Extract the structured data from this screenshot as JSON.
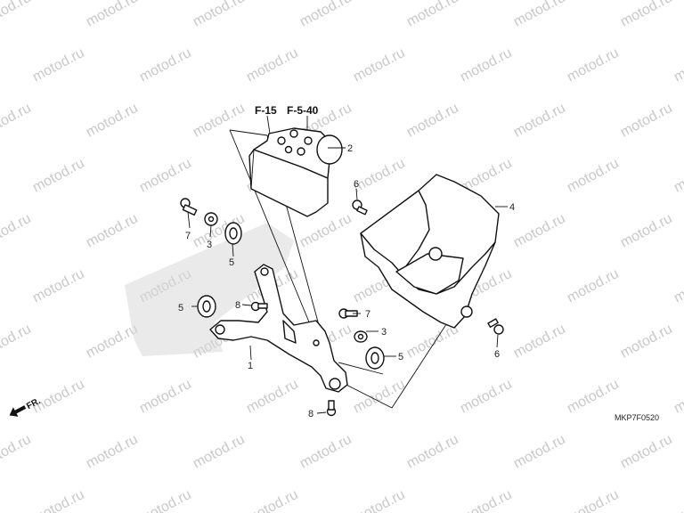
{
  "watermark": {
    "text": "motod.ru"
  },
  "references": {
    "ref_a": "F-15",
    "ref_b": "F-5-40"
  },
  "callouts": {
    "c1": "1",
    "c2": "2",
    "c3a": "3",
    "c3b": "3",
    "c4": "4",
    "c5a": "5",
    "c5b": "5",
    "c5c": "5",
    "c6a": "6",
    "c6b": "6",
    "c7a": "7",
    "c7b": "7",
    "c8a": "8",
    "c8b": "8"
  },
  "direction": {
    "label": "FR."
  },
  "diagram_code": "MKP7F0520"
}
